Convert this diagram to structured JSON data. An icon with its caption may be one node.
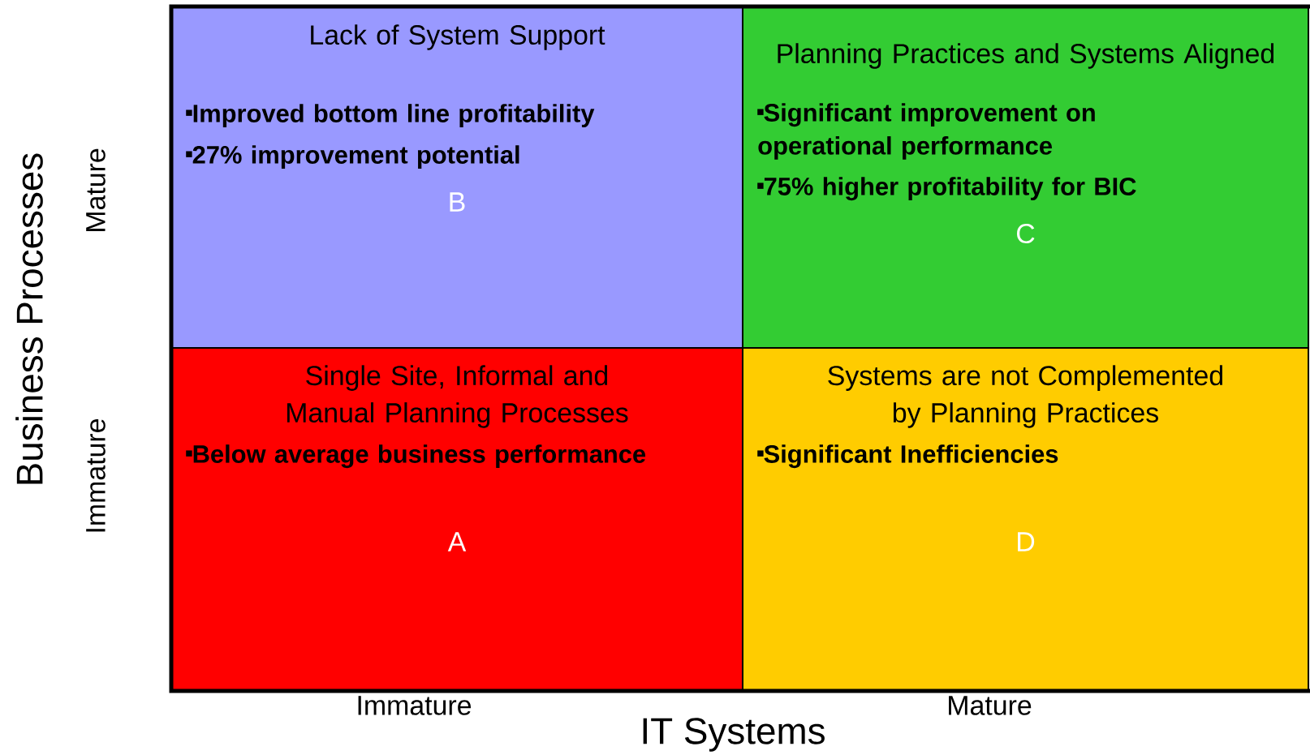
{
  "diagram": {
    "nodes": [
      {
        "text": [
          "Lack of System Support",
          "Improved bottom line profitability",
          "27% improvement potential",
          "B"
        ]
      },
      {
        "text": [
          "Planning Practices and Systems Aligned",
          "Significant improvement on operational performance",
          "75% higher profitability for BIC",
          "C"
        ]
      },
      {
        "text": [
          "Single Site, Informal and Manual Planning Processes",
          "Below average business performance",
          "A"
        ]
      },
      {
        "text": [
          "Systems are not Complemented by Planning Practices",
          "Significant Inefficiencies",
          "D"
        ]
      }
    ],
    "labels": [
      "Business Processes",
      "Mature",
      "Immature",
      "Immature",
      "Mature",
      "IT Systems"
    ]
  }
}
